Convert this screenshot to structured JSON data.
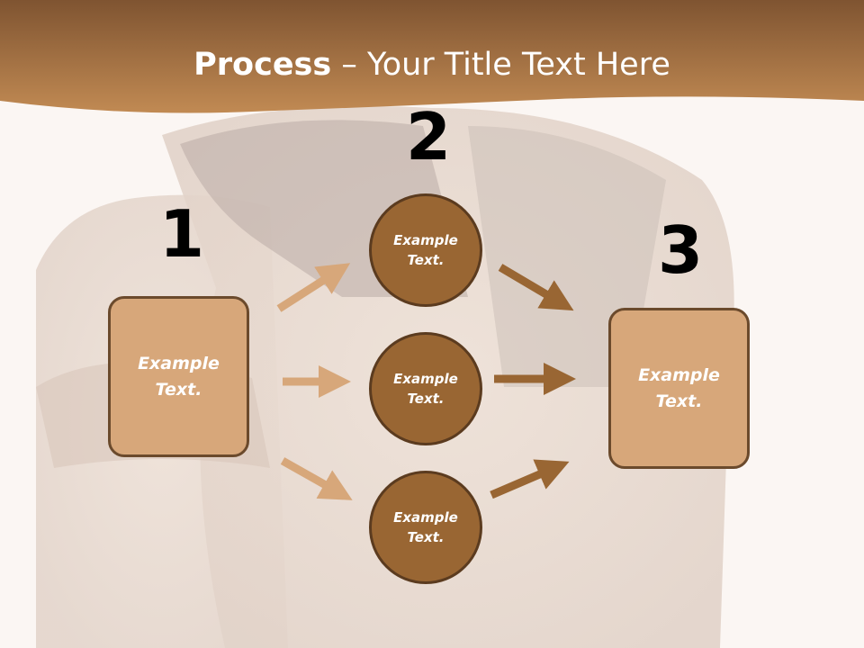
{
  "slide": {
    "title_bold": "Process",
    "title_rest": " – Your Title Text Here",
    "colors": {
      "header_band": "#a8713f",
      "box_fill": "#d7a77a",
      "circle_fill": "#996633",
      "arrow_light": "#d7a77a",
      "arrow_dark": "#996633"
    }
  },
  "steps": {
    "step1": {
      "number": "1",
      "text": "Example\nText."
    },
    "step2": {
      "number": "2"
    },
    "step3": {
      "number": "3",
      "text": "Example\nText."
    }
  },
  "circles": [
    {
      "text": "Example\nText."
    },
    {
      "text": "Example\nText."
    },
    {
      "text": "Example\nText."
    }
  ]
}
